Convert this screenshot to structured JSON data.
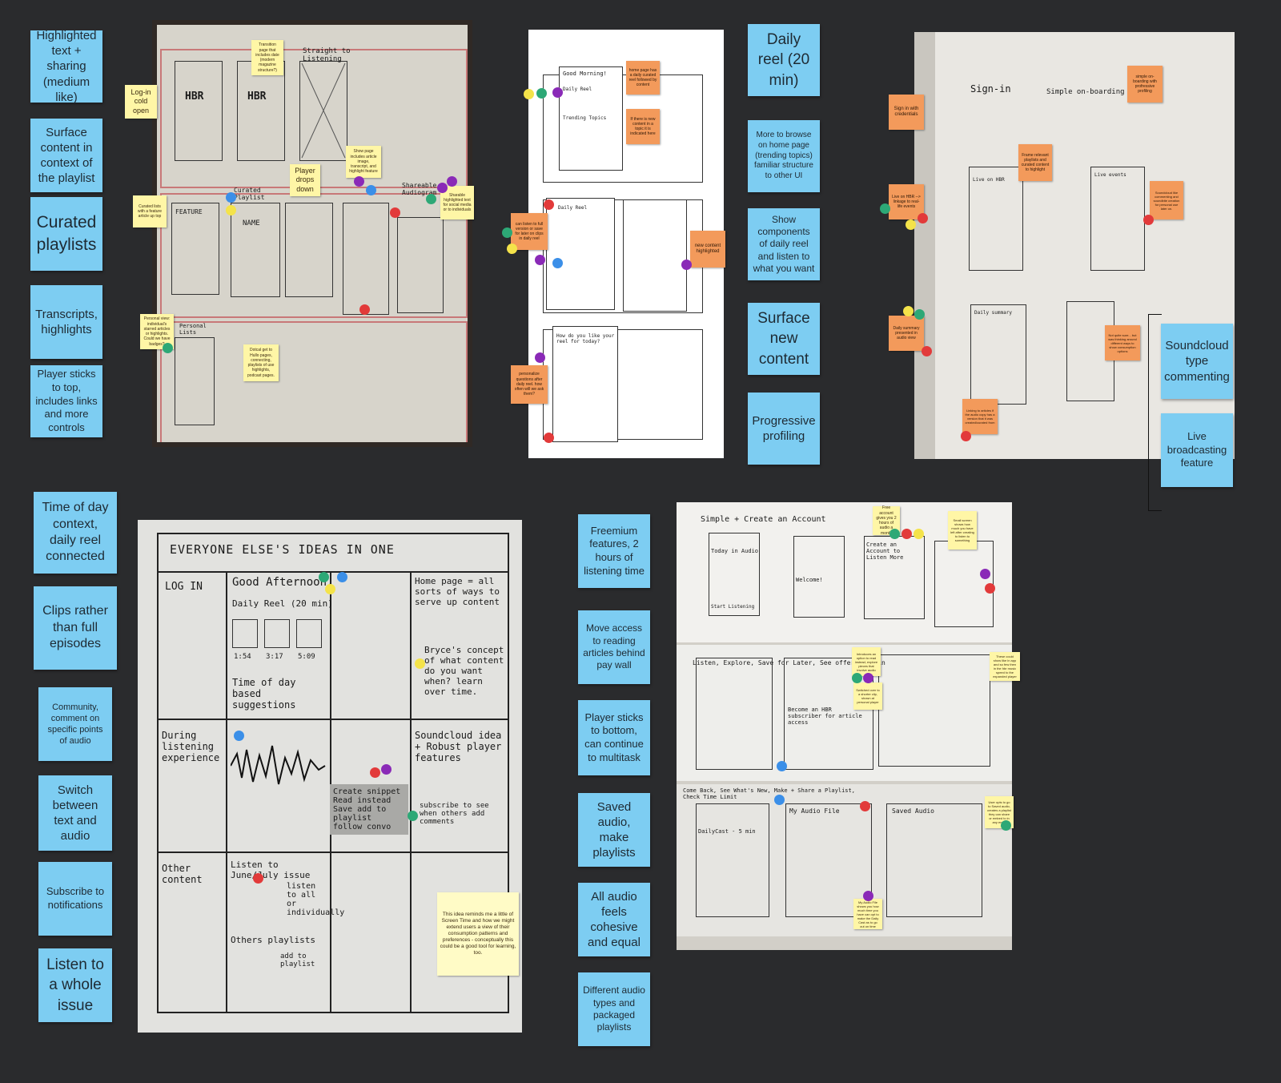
{
  "board": {
    "background": "#2a2b2d"
  },
  "colors": {
    "blue_note": "#7dcdf2",
    "yellow_note": "#fff6a6",
    "orange_note": "#f39a5b",
    "dot_red": "#e23a3a",
    "dot_green": "#2da876",
    "dot_yellow": "#f4e34a",
    "dot_purple": "#8a2ab7",
    "dot_blue": "#3b8fe8"
  },
  "left_col": [
    "Highlighted text + sharing (medium like)",
    "Surface content in context of the playlist",
    "Curated playlists",
    "Transcripts, highlights",
    "Player sticks to top, includes links and more controls"
  ],
  "mid_col": [
    "Daily reel (20 min)",
    "More to browse on home page (trending topics) familiar structure to other UI",
    "Show components of daily reel and listen to what you want",
    "Surface new content",
    "Progressive profiling"
  ],
  "right_col": [
    "Soundcloud type commenting",
    "Live broadcasting feature"
  ],
  "bottom_left_col": [
    "Time of day context, daily reel connected",
    "Clips rather than full episodes",
    "Community, comment on specific points of audio",
    "Switch between text and audio",
    "Subscribe to notifications",
    "Listen to a whole issue"
  ],
  "bottom_mid_col": [
    "Freemium features, 2 hours of listening time",
    "Move access to reading articles behind pay wall",
    "Player sticks to bottom, can continue to multitask",
    "Saved audio, make playlists",
    "All audio feels cohesive and equal",
    "Different audio types and packaged playlists"
  ],
  "photo1_notes": {
    "login": "Log-in cold open",
    "transition": "Transition page that includes date (modern magazine structure?)",
    "player_drops": "Player drops down",
    "show_page": "Show page includes article image, transcript, and highlight feature",
    "curated": "Curated lists with a feature article up top",
    "shareable": "Sharable highlighted text for social media or to individuals",
    "personal": "Personal view: individual's starred articles or highlights. Could we have badges?",
    "dotcal": "Dotcal get to Hullo pages, connecting, playlists of use highlights, podcast pages."
  },
  "photo1_text": {
    "hbr": "HBR",
    "straight": "Straight to Listening",
    "feature": "FEATURE",
    "name": "NAME",
    "shareable_label": "Shareable Audiogram",
    "curated_label": "Curated Playlist",
    "personal_label": "Personal Lists"
  },
  "photo2_notes": {
    "homepage": "home page has a daily curated reel followed by content",
    "newcontent": "If there is new content in a topic it is indicated here",
    "listen": "can listen to full version or save for later on clips in daily reel",
    "newhl": "new content highlighted",
    "personalize": "personalize questions after daily reel. how often will we ask them?"
  },
  "photo2_text": {
    "greeting": "Good Morning!",
    "reel": "Daily Reel",
    "trending": "Trending Topics",
    "question": "How do you like your reel for today?"
  },
  "photo3_notes": {
    "signin": "Sign in with credentials",
    "onboarding": "simple on-boarding with profressive profiling",
    "frame": "Frame relevant playlists and curated content to highlight",
    "live": "Live on HBR --> linkage to real-life events",
    "soundcloud": "Soundcloud like commenting and soundbite creation for personal use later on.",
    "daily": "Daily summary presented in audio view",
    "notquite": "Not quite sure... but was thinking around different ways to show consumption options",
    "linking": "Linking to articles if the audio copy has a version that it was created/curated from"
  },
  "photo3_text": {
    "signin": "Sign-in",
    "onboarding": "Simple on-boarding",
    "live": "Live on HBR",
    "events": "Live events",
    "summary": "Daily summary"
  },
  "photo4": {
    "title": "EVERYONE ELSE'S IDEAS IN ONE",
    "login": "LOG IN",
    "greeting": "Good Afternoon,",
    "reel": "Daily Reel (20 min)",
    "time_based": "Time of day based suggestions",
    "times": [
      "1:54",
      "3:17",
      "5:09"
    ],
    "home": "Home page = all sorts of ways to serve up content",
    "bryce": "Bryce's concept of what content do you want when? learn over time.",
    "during": "During listening experience",
    "snippet": "Create snippet Read instead Save add to playlist follow convo",
    "soundcloud": "Soundcloud idea + Robust player features",
    "subscribe": "subscribe to see when others add comments",
    "other": "Other content",
    "june": "Listen to June/July issue",
    "listen_all": "listen to all or individually",
    "others_playlists": "Others playlists",
    "add": "add to playlist",
    "note": "This idea reminds me a little of Screen Time and how we might extend users a view of their consumption patterns and preferences - conceptually this could be a good tool for learning, too."
  },
  "photo5": {
    "head1": "Simple + Create an Account",
    "head2": "Listen, Explore, Save for Later, See offer to join",
    "head3": "Come Back, See What's New, Make + Share a Playlist, Check Time Limit",
    "welcome": "Welcome!",
    "start": "Start Listening",
    "today": "Today in Audio",
    "create": "Create an Account to Listen More",
    "become": "Become an HBR subscriber for article access",
    "saved": "Saved Audio",
    "myfile": "My Audio File",
    "daily": "DailyCast - 5 min",
    "notes": {
      "free": "Free account gives you 2 hours of audio a month",
      "welcome": "Small screen shows how much you have left after creating to listen to something",
      "option": "Introduces an option to read instead, explore pieces that involve audio",
      "switched": "Switched over to a shorter clip, shown at personal player",
      "sideshow": "These could show like in app and so few then in the hbr music speed to the expanded player",
      "playlist": "User opts to go to Saved audio, creates a playlist they can share or embed to in any email",
      "timer": "My Audio File shows you how much time you have can opt to make the Daily Cast as to go out on time"
    }
  }
}
